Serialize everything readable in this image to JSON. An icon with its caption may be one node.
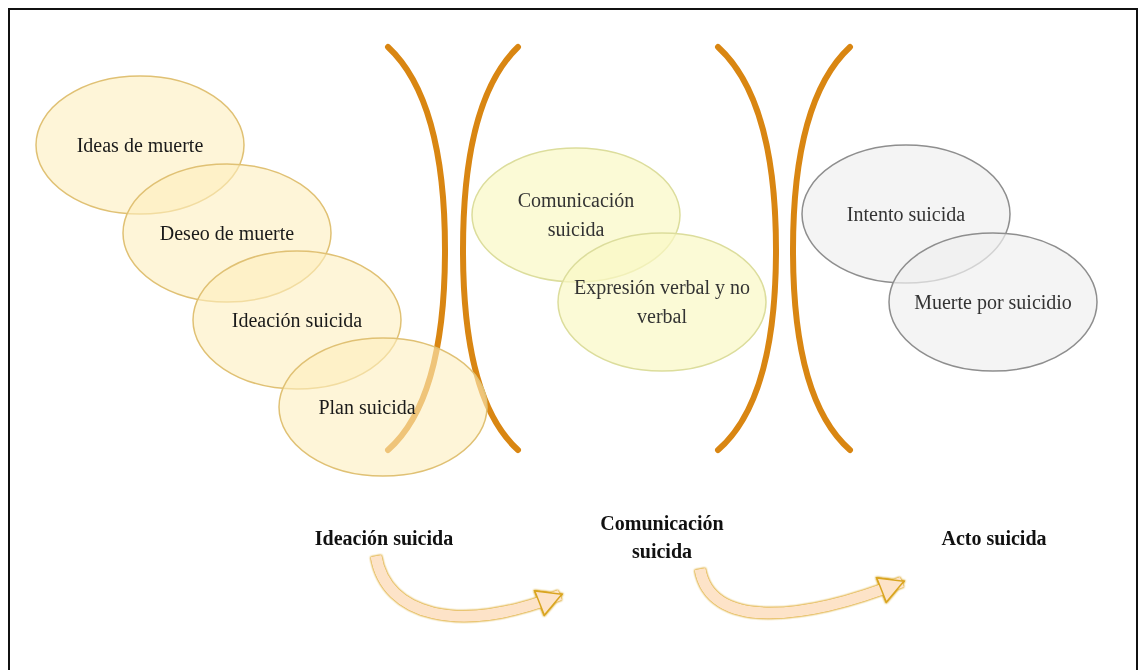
{
  "diagram": {
    "nodes": [
      {
        "text": [
          "Ideas de muerte"
        ]
      },
      {
        "text": [
          "Deseo de muerte"
        ]
      },
      {
        "text": [
          "Ideación suicida"
        ]
      },
      {
        "text": [
          "Plan suicida"
        ]
      },
      {
        "text": [
          "Comunicación suicida"
        ]
      },
      {
        "text": [
          "Expresión verbal y no verbal"
        ]
      },
      {
        "text": [
          "Intento suicida"
        ]
      },
      {
        "text": [
          "Muerte por suicidio"
        ]
      },
      {
        "text": [
          "Ideación suicida"
        ]
      },
      {
        "text": [
          "Comunicación suicida"
        ]
      },
      {
        "text": [
          "Acto suicida"
        ]
      }
    ],
    "edges": [
      {
        "from": 8,
        "to": 9,
        "arrow": "to"
      },
      {
        "from": 9,
        "to": 10,
        "arrow": "to"
      }
    ]
  }
}
